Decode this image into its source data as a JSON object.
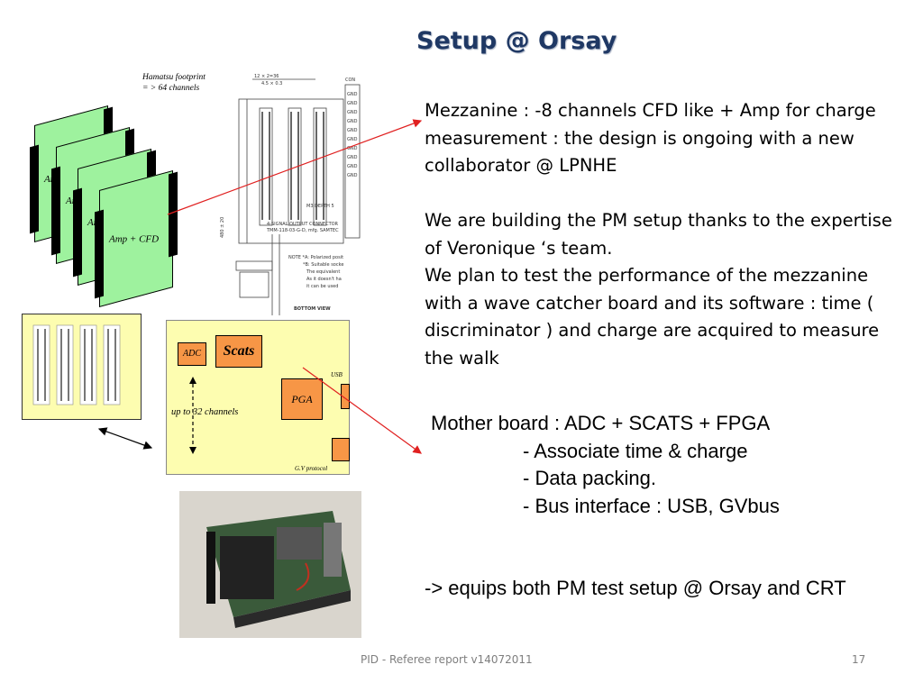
{
  "slide": {
    "title": "Setup @ Orsay",
    "paragraphs": [
      "Mezzanine : -8 channels CFD like + Amp for charge measurement : the design is ongoing with a new collaborator @ LPNHE",
      "We are building the PM setup thanks to the expertise of Veronique ‘s team.",
      "We plan to test the performance of the mezzanine  with a wave catcher board and its software : time ( discriminator ) and charge are acquired to measure the walk"
    ],
    "mother_board": {
      "heading": "Mother board : ADC + SCATS + FPGA",
      "items": [
        "- Associate time & charge",
        "- Data packing.",
        "- Bus interface : USB, GVbus"
      ]
    },
    "equips": "-> equips both PM test setup @ Orsay and CRT",
    "footer": "PID - Referee report v14072011",
    "page_number": "17"
  },
  "figures": {
    "hamatsu_note_line1": "Hamatsu  footprint",
    "hamatsu_note_line2": "= > 64 channels",
    "card_label": "Amp + CFD",
    "card_label_partial": "Am",
    "adc_label": "ADC",
    "scats_label": "Scats",
    "pga_label": "PGA",
    "usb_label": "USB",
    "channels_label": "up to 32 channels",
    "gv_label": "G.V  protocol",
    "drawing_bottom_label": "BOTTOM VIEW",
    "drawing_depth_label": "M3 DEPTH 5",
    "drawing_connector_label": "4-SIGNAL OUTPUT CONNECTOR",
    "drawing_samtec_label": "TMM-118-03-G-D, mfg. SAMTEC",
    "drawing_note_label": "NOTE *A: Polarized posit",
    "drawing_note_line2": "*B: Suitable socke",
    "drawing_note_line3": "The equivalent",
    "drawing_note_line4": "As it doesn't ha",
    "drawing_note_line5": "it can be used",
    "drawing_dim_top": "12 × 2=36",
    "drawing_dim_top2": "4.5 × 0.3",
    "drawing_dim_side": "480 ± 20",
    "drawing_con_label": "CON",
    "drawing_gnd": "GND",
    "accent_color": "#1f3864",
    "arrow_color": "#e02020"
  }
}
